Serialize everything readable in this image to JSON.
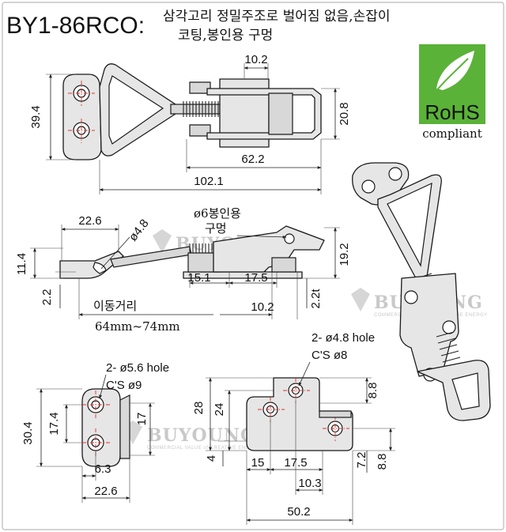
{
  "title": {
    "model": "BY1-86RCO:",
    "line1": "삼각고리 정밀주조로 벌어짐 없음,손잡이",
    "line2": "코팅,봉인용 구멍"
  },
  "badge": {
    "label": "RoHS",
    "sub": "compliant",
    "color": "#5ab238",
    "icon": "leaf-icon"
  },
  "watermark": {
    "brand": "BUYOUNG",
    "tagline": "COMMERCIAL VALUE of CREATIVE ENERGY"
  },
  "top_view": {
    "dims": {
      "d10_2": "10.2",
      "d39_4": "39.4",
      "d20_8": "20.8",
      "d62_2": "62.2",
      "d102_1": "102.1"
    }
  },
  "side_view": {
    "dims": {
      "d22_6": "22.6",
      "d_hole": "ø4.8",
      "d11_4": "11.4",
      "d2_2": "2.2",
      "d15_1": "15.1",
      "d17_5": "17.5",
      "d19_2": "19.2",
      "d2_2t": "2.2t",
      "d10_2": "10.2"
    },
    "seal_label_1": "ø6봉인용",
    "seal_label_2": "구멍",
    "travel_label": "이동거리",
    "travel_value": "64mm~74mm"
  },
  "hook_plate": {
    "hole_note_1": "2- ø5.6 hole",
    "hole_note_2": "C'S ø9",
    "dims": {
      "d30_4": "30.4",
      "d17_4": "17.4",
      "d17": "17",
      "d6_3": "6.3",
      "d22_6": "22.6"
    }
  },
  "base_plate": {
    "hole_note_1": "2- ø4.8 hole",
    "hole_note_2": "C'S ø8",
    "dims": {
      "d28": "28",
      "d24": "24",
      "d4": "4",
      "d8_8a": "8.8",
      "d8_8b": "8.8",
      "d7_2": "7.2",
      "d15": "15",
      "d17_5": "17.5",
      "d10_3": "10.3",
      "d50_2": "50.2"
    }
  }
}
